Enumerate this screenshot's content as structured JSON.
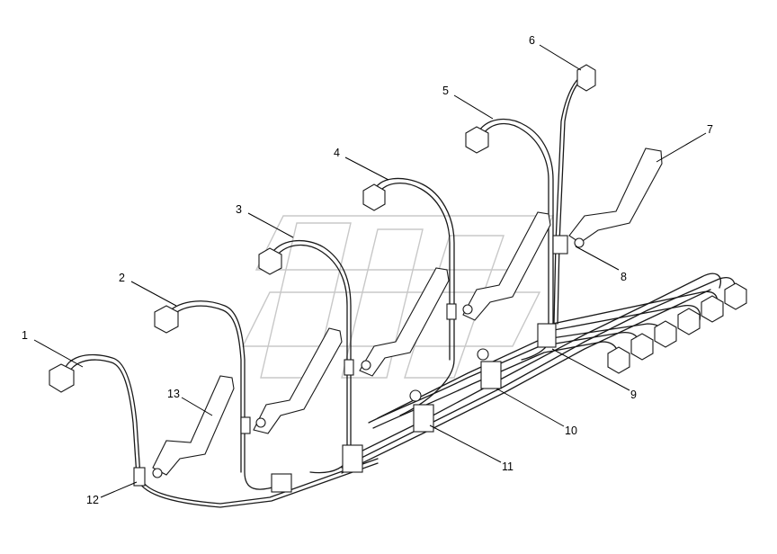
{
  "callouts": [
    {
      "id": 1,
      "text": "1"
    },
    {
      "id": 2,
      "text": "2"
    },
    {
      "id": 3,
      "text": "3"
    },
    {
      "id": 4,
      "text": "4"
    },
    {
      "id": 5,
      "text": "5"
    },
    {
      "id": 6,
      "text": "6"
    },
    {
      "id": 7,
      "text": "7"
    },
    {
      "id": 8,
      "text": "8"
    },
    {
      "id": 9,
      "text": "9"
    },
    {
      "id": 10,
      "text": "10"
    },
    {
      "id": 11,
      "text": "11"
    },
    {
      "id": 12,
      "text": "12"
    },
    {
      "id": 13,
      "text": "13"
    }
  ]
}
